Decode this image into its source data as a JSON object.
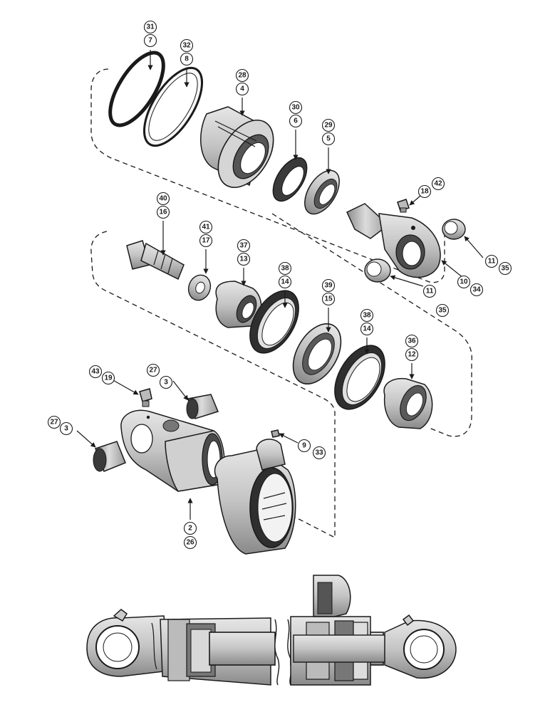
{
  "callouts": [
    {
      "id": "c01",
      "upper": "31",
      "lower": "7"
    },
    {
      "id": "c02",
      "upper": "32",
      "lower": "8"
    },
    {
      "id": "c03",
      "upper": "28",
      "lower": "4"
    },
    {
      "id": "c04",
      "upper": "30",
      "lower": "6"
    },
    {
      "id": "c05",
      "upper": "29",
      "lower": "5"
    },
    {
      "id": "c06",
      "upper": "18",
      "lower": "42"
    },
    {
      "id": "c07",
      "upper": "40",
      "lower": "16"
    },
    {
      "id": "c08",
      "upper": "41",
      "lower": "17"
    },
    {
      "id": "c09",
      "upper": "37",
      "lower": "13"
    },
    {
      "id": "c10",
      "upper": "38",
      "lower": "14"
    },
    {
      "id": "c11",
      "upper": "39",
      "lower": "15"
    },
    {
      "id": "c12",
      "upper": "38",
      "lower": "14"
    },
    {
      "id": "c13",
      "upper": "36",
      "lower": "12"
    },
    {
      "id": "c14",
      "upper": "11",
      "lower": "35"
    },
    {
      "id": "c15",
      "upper": "10",
      "lower": "34"
    },
    {
      "id": "c16",
      "upper": "11",
      "lower": "35"
    },
    {
      "id": "c17",
      "upper": "43",
      "lower": "19"
    },
    {
      "id": "c18",
      "upper": "27",
      "lower": "3"
    },
    {
      "id": "c19",
      "upper": "27",
      "lower": "3"
    },
    {
      "id": "c20",
      "upper": "9",
      "lower": "33"
    },
    {
      "id": "c21",
      "upper": "2",
      "lower": "26"
    }
  ]
}
